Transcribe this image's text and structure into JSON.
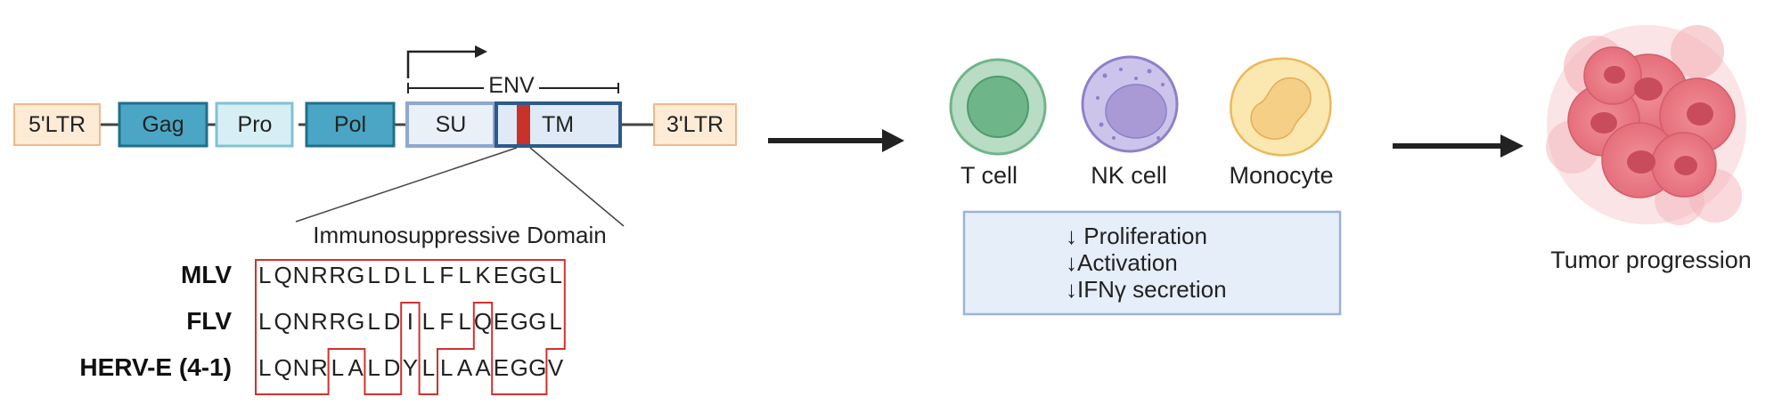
{
  "genome": {
    "segments": {
      "ltr5": "5'LTR",
      "gag": "Gag",
      "pro": "Pro",
      "pol": "Pol",
      "su": "SU",
      "tm": "TM",
      "ltr3": "3'LTR"
    },
    "env_label": "ENV",
    "domain_label": "Immunosuppressive Domain"
  },
  "alignment": {
    "rows": [
      {
        "name": "MLV",
        "residues": [
          "L",
          "Q",
          "N",
          "R",
          "R",
          "G",
          "L",
          "D",
          "L",
          "L",
          "F",
          "L",
          "K",
          "E",
          "G",
          "G",
          "L"
        ]
      },
      {
        "name": "FLV",
        "residues": [
          "L",
          "Q",
          "N",
          "R",
          "R",
          "G",
          "L",
          "D",
          "I",
          "L",
          "F",
          "L",
          "Q",
          "E",
          "G",
          "G",
          "L"
        ]
      },
      {
        "name": "HERV-E (4-1)",
        "residues": [
          "L",
          "Q",
          "N",
          "R",
          "L",
          "A",
          "L",
          "D",
          "Y",
          "L",
          "L",
          "A",
          "A",
          "E",
          "G",
          "G",
          "V"
        ]
      }
    ]
  },
  "cells": [
    {
      "label": "T cell"
    },
    {
      "label": "NK cell"
    },
    {
      "label": "Monocyte"
    }
  ],
  "effects": {
    "lines": [
      "↓ Proliferation",
      "↓Activation",
      "↓IFNγ secretion"
    ]
  },
  "outcome": {
    "label": "Tumor progression"
  },
  "colors": {
    "ltr_fill": "#fdebd6",
    "ltr_stroke": "#f0b98a",
    "gag_fill": "#4aa6c4",
    "gag_stroke": "#1f6f8b",
    "pro_fill": "#d7eff4",
    "pro_stroke": "#7fc3d3",
    "su_fill": "#eaf0f8",
    "su_stroke": "#8ea7cf",
    "tm_fill": "#dfeaf6",
    "tm_stroke": "#2c5a8a",
    "isd": "#c8322b",
    "outline": "#d0322f",
    "effects_fill": "#e6eef9",
    "effects_stroke": "#9db3d6",
    "tcell": "#6fb58a",
    "nkcell": "#a99ad6",
    "monocyte": "#f5cf86",
    "tumor": "#e88a92"
  }
}
